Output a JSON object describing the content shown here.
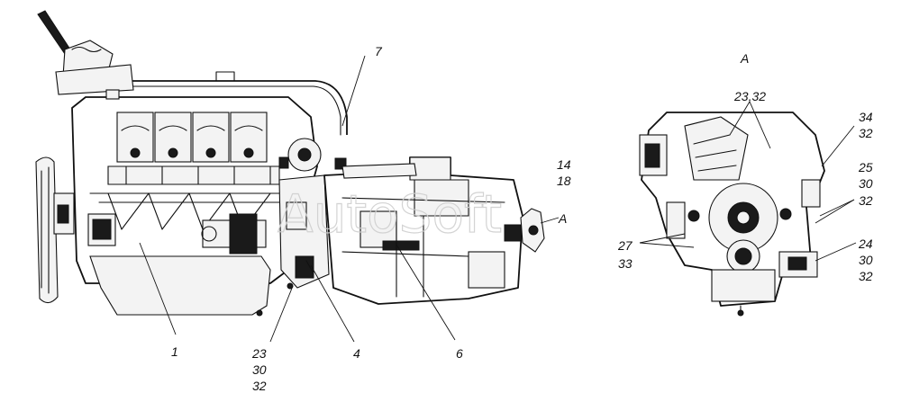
{
  "watermark": "AutoSoft",
  "view_label": "A",
  "labels": {
    "c1": "1",
    "c4": "4",
    "c6": "6",
    "c7": "7",
    "c14": "14",
    "c18": "18",
    "arrow_a": "A",
    "lb_23": "23",
    "lb_30": "30",
    "lb_32": "32",
    "r_2332": "23,32",
    "r_34": "34",
    "r_32a": "32",
    "r_25": "25",
    "r_30a": "30",
    "r_32b": "32",
    "r_27": "27",
    "r_33": "33",
    "r_24": "24",
    "r_30b": "30",
    "r_32c": "32"
  }
}
